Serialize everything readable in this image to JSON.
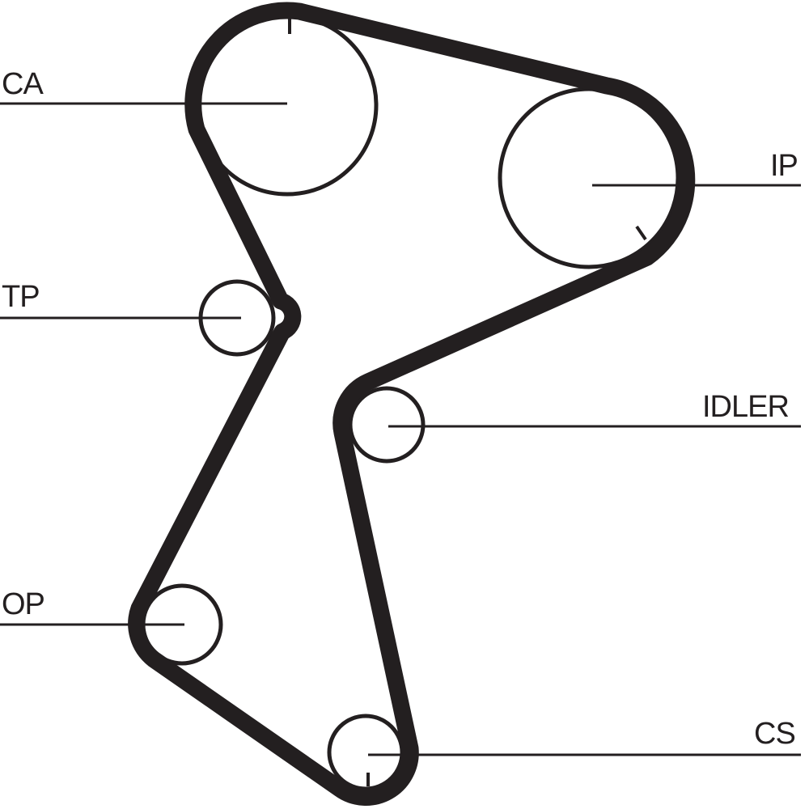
{
  "title": "Timing belt routing diagram",
  "colors": {
    "belt": "#231f20",
    "line": "#231f20",
    "background": "#ffffff"
  },
  "labels": {
    "ca": "CA",
    "ip": "IP",
    "tp": "TP",
    "idler": "IDLER",
    "op": "OP",
    "cs": "CS"
  }
}
